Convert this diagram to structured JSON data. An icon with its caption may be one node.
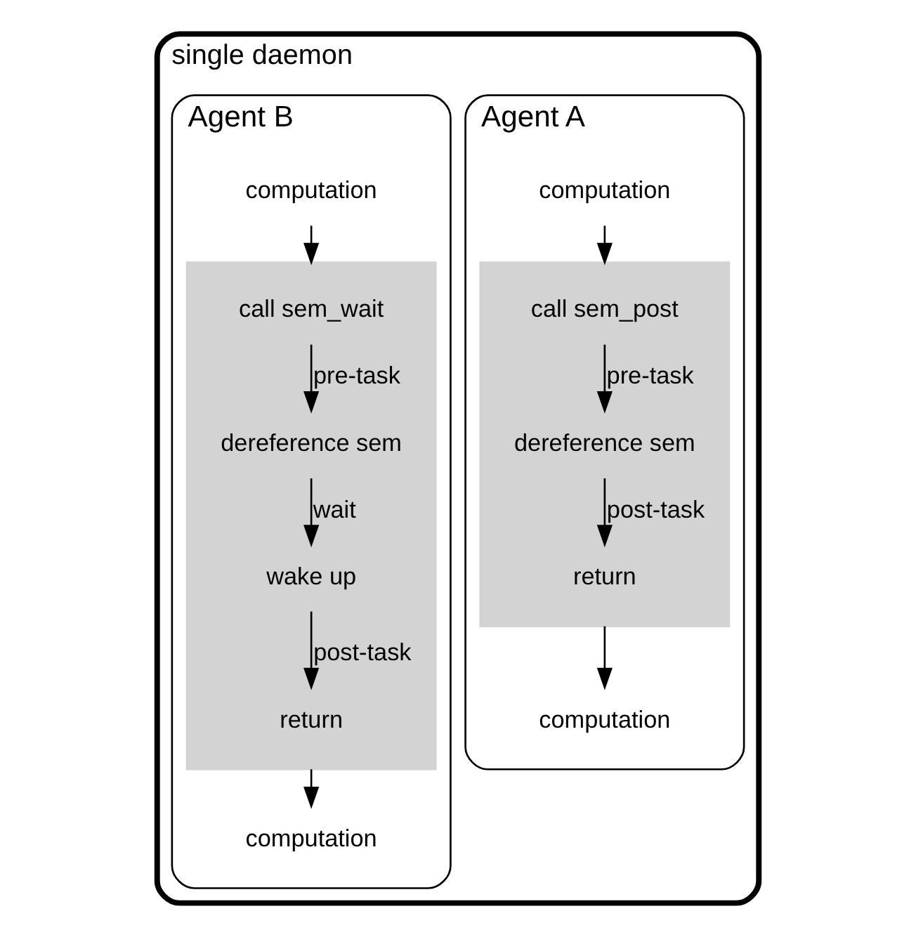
{
  "diagram": {
    "nodes": [
      {
        "text": [
          "single daemon"
        ]
      },
      {
        "text": [
          "Agent A"
        ],
        "in": 0
      },
      {
        "text": [
          "Agent B"
        ],
        "in": 0
      },
      {
        "text": [
          "computation"
        ],
        "in": 1
      },
      {
        "text": [],
        "shape": "box",
        "in": 1
      },
      {
        "text": [
          "call sem_post"
        ],
        "in": 4
      },
      {
        "text": [
          "dereference sem"
        ],
        "in": 4
      },
      {
        "text": [
          "return"
        ],
        "in": 4
      },
      {
        "text": [
          "computation"
        ],
        "in": 1
      },
      {
        "text": [
          "computation"
        ],
        "in": 2
      },
      {
        "text": [],
        "shape": "box",
        "in": 2
      },
      {
        "text": [
          "call sem_wait"
        ],
        "in": 10
      },
      {
        "text": [
          "dereference sem"
        ],
        "in": 10
      },
      {
        "text": [
          "wake up"
        ],
        "in": 10
      },
      {
        "text": [
          "return"
        ],
        "in": 10
      },
      {
        "text": [
          "computation"
        ],
        "in": 2
      }
    ],
    "edges": [
      {
        "from": 3,
        "to": 4,
        "arrow": "to"
      },
      {
        "from": 5,
        "to": 6,
        "arrow": "to",
        "label": "pre-task"
      },
      {
        "from": 6,
        "to": 7,
        "arrow": "to",
        "label": "post-task"
      },
      {
        "from": 4,
        "to": 8,
        "arrow": "to"
      },
      {
        "from": 9,
        "to": 10,
        "arrow": "to"
      },
      {
        "from": 11,
        "to": 12,
        "arrow": "to",
        "label": "pre-task"
      },
      {
        "from": 12,
        "to": 13,
        "arrow": "to",
        "label": "wait"
      },
      {
        "from": 13,
        "to": 14,
        "arrow": "to",
        "label": "post-task"
      },
      {
        "from": 10,
        "to": 15,
        "arrow": "to"
      }
    ]
  }
}
